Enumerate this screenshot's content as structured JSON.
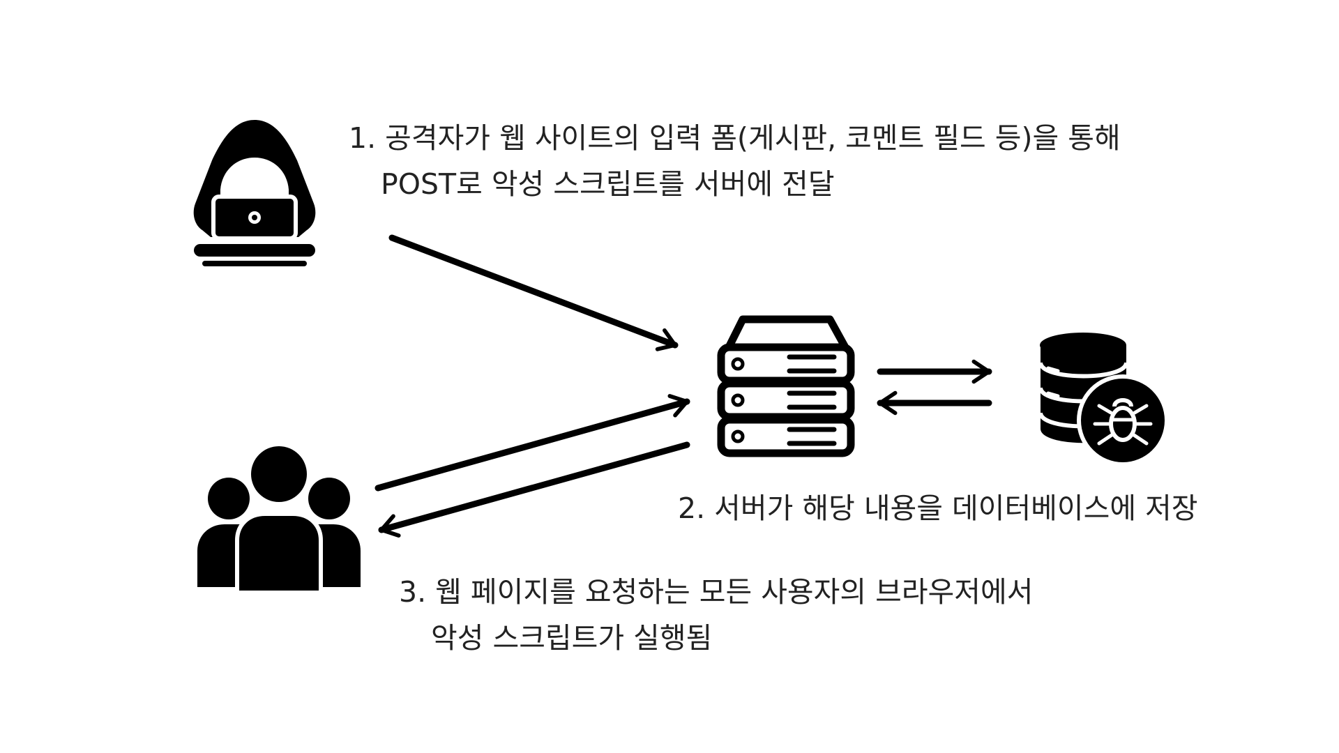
{
  "steps": {
    "attack": {
      "line1": "1. 공격자가 웹 사이트의 입력 폼(게시판, 코멘트 필드 등)을 통해",
      "line2": "POST로 악성 스크립트를 서버에 전달"
    },
    "store": {
      "line1": "2. 서버가 해당 내용을 데이터베이스에 저장"
    },
    "execute": {
      "line1": "3. 웹 페이지를 요청하는 모든 사용자의 브라우저에서",
      "line2": "악성 스크립트가 실행됨"
    }
  },
  "icons": {
    "attacker": "hacker-laptop-icon",
    "server": "server-rack-icon",
    "database": "database-bug-icon",
    "users": "user-group-icon"
  },
  "colors": {
    "icon": "#000000",
    "text": "#222222",
    "background": "#ffffff"
  }
}
